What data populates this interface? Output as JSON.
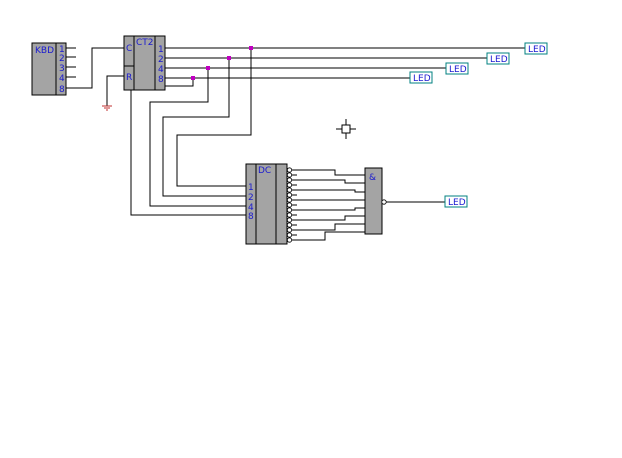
{
  "kbd": {
    "title": "KBD",
    "pins": [
      "1",
      "2",
      "3",
      "4",
      "8"
    ]
  },
  "ct2": {
    "title": "CT2",
    "clock_label": "C",
    "reset_label": "R",
    "outputs": [
      "1",
      "2",
      "4",
      "8"
    ]
  },
  "dc": {
    "title": "DC",
    "inputs": [
      "1",
      "2",
      "4",
      "8"
    ]
  },
  "and_gate": {
    "symbol": "&"
  },
  "leds": [
    "LED",
    "LED",
    "LED",
    "LED",
    "LED"
  ],
  "colors": {
    "wire": "#000000",
    "block_fill": "#a4a4a4",
    "label_text": "#1a1ad0",
    "junction": "#c000c0",
    "led_border": "#008080",
    "ground": "#c03030"
  },
  "icons": [
    "ground-icon",
    "crosshair-cursor-icon",
    "inverter-bubble-icon"
  ]
}
